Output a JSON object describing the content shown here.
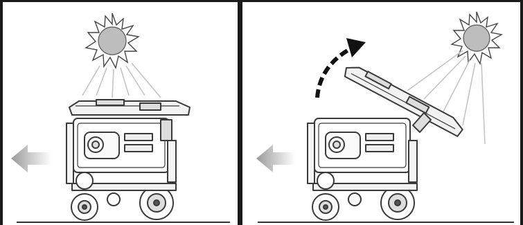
{
  "figure": {
    "panels": [
      {
        "id": "panel-1",
        "scene": "vehicle-with-flat-solar-panel",
        "solar_panel_state": "closed",
        "motion_arrow": "left",
        "sun_rays": "overhead"
      },
      {
        "id": "panel-2",
        "scene": "vehicle-with-raised-solar-panel",
        "solar_panel_state": "tilted-open",
        "motion_arrow": "left",
        "sun_rays": "from-upper-right",
        "rotation_arrow": "upward-curved"
      }
    ],
    "colors": {
      "border": "#1a1a1a",
      "background": "#ffffff",
      "sun_fill": "#b8b8b8",
      "line": "#3a3a3a",
      "ray": "#c8c8c8",
      "arrow_fill": "#a8a8a8"
    },
    "icons": [
      "sun-icon",
      "solar-rover-icon",
      "left-arrow-icon",
      "curved-rotation-arrow-icon"
    ]
  }
}
